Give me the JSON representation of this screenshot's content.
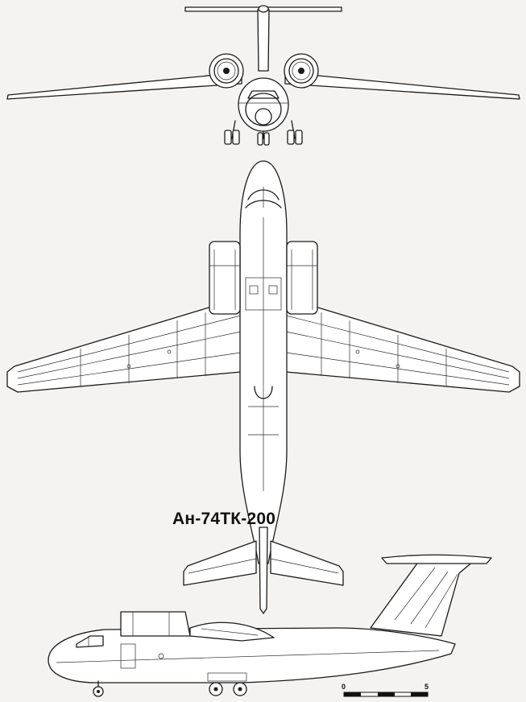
{
  "drawing": {
    "title": "Ан-74ТК-200",
    "scale_bar": {
      "start_label": "0",
      "end_label": "5"
    }
  }
}
